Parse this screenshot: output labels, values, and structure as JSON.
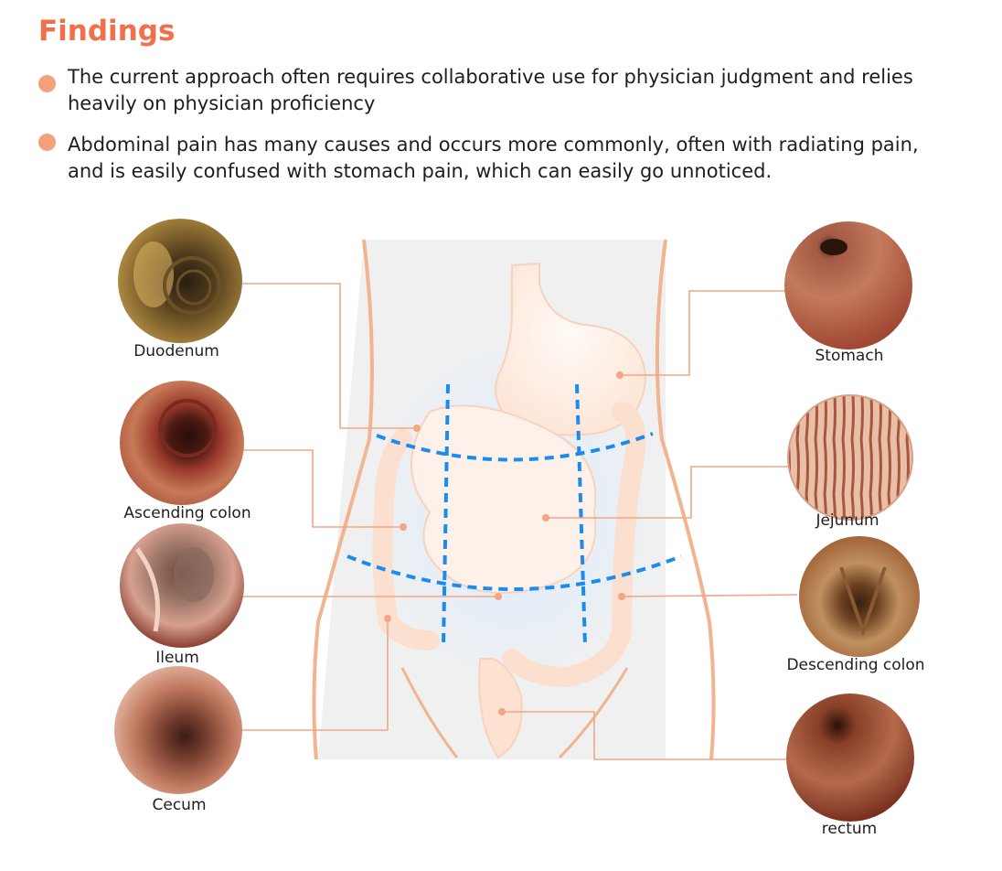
{
  "page": {
    "title": "Findings",
    "bullets": [
      "The current approach often requires collaborative use for physician judgment and relies heavily on physician proficiency",
      "Abdominal pain has many causes and occurs more commonly, often with radiating pain, and is easily confused with stomach pain, which can easily go unnoticed."
    ]
  },
  "labels": {
    "duodenum": "Duodenum",
    "ascending_colon": "Ascending colon",
    "ileum": "Ileum",
    "cecum": "Cecum",
    "stomach": "Stomach",
    "jejunum": "Jejunum",
    "descending_colon": "Descending colon",
    "rectum": "rectum"
  },
  "colors": {
    "accent": "#f26f4b",
    "bullet": "#f5a07c",
    "leader_line": "#f4a582",
    "region_divider": "#1a8cf0",
    "body_bg": "#f0f0f0"
  }
}
